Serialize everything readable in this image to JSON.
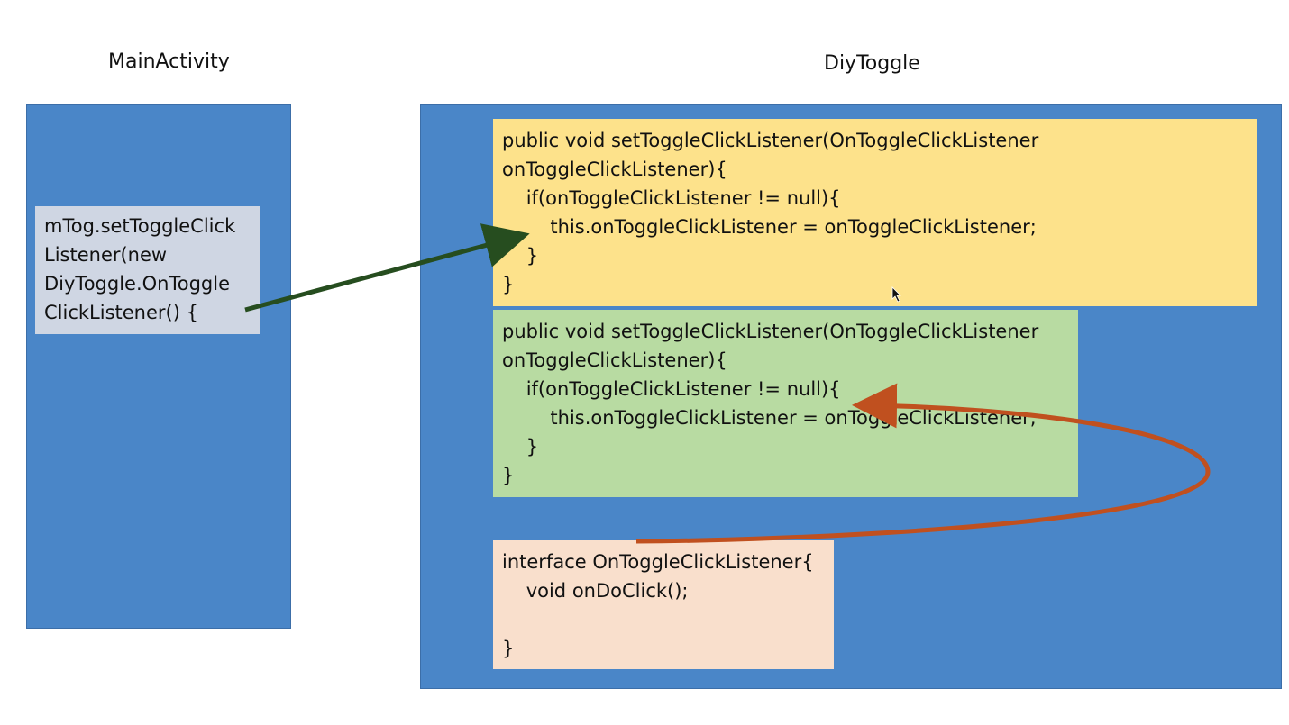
{
  "titles": {
    "main_activity": "MainActivity",
    "diy_toggle": "DiyToggle"
  },
  "main_call": {
    "lines": [
      "mTog.setToggleClick",
      "Listener(new",
      "DiyToggle.OnToggle",
      "ClickListener() {"
    ]
  },
  "setter_yellow": {
    "lines": [
      "public void setToggleClickListener(OnToggleClickListener",
      "onToggleClickListener){",
      "    if(onToggleClickListener != null){",
      "        this.onToggleClickListener = onToggleClickListener;",
      "    }",
      "}"
    ]
  },
  "setter_green": {
    "lines": [
      "public void setToggleClickListener(OnToggleClickListener",
      "onToggleClickListener){",
      "    if(onToggleClickListener != null){",
      "        this.onToggleClickListener = onToggleClickListener;",
      "    }",
      "}"
    ]
  },
  "interface_def": {
    "lines": [
      "interface OnToggleClickListener{",
      "    void onDoClick();",
      "",
      "}"
    ]
  },
  "colors": {
    "panel_blue": "#4a86c8",
    "call_box": "#cfd6e3",
    "yellow_box": "#fde28b",
    "green_box": "#b8dba2",
    "peach_box": "#f9dfcc",
    "green_arrow": "#264d1f",
    "orange_arrow": "#c0501f"
  }
}
